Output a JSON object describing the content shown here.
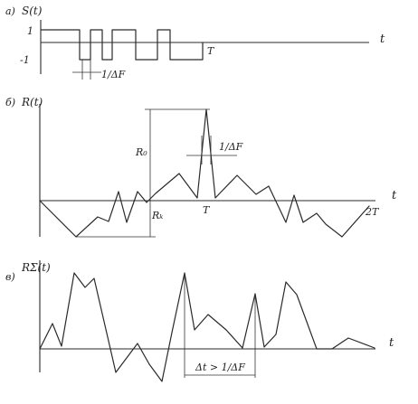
{
  "panel_a": {
    "letter": "a)",
    "ylabel": "S(t)",
    "plus_label": "1",
    "minus_label": "-1",
    "t_label": "t",
    "period_label": "T",
    "width_label": "1/ΔF"
  },
  "panel_b": {
    "letter": "б)",
    "ylabel": "R(t)",
    "main_peak_label": "R₀",
    "side_level_label": "Rₖ",
    "width_label": "1/ΔF",
    "t_label": "t",
    "period_label": "T",
    "double_period_label": "2T"
  },
  "panel_c": {
    "letter": "в)",
    "ylabel": "RΣ(t)",
    "t_label": "t",
    "delta_label": "Δt > 1/ΔF"
  }
}
